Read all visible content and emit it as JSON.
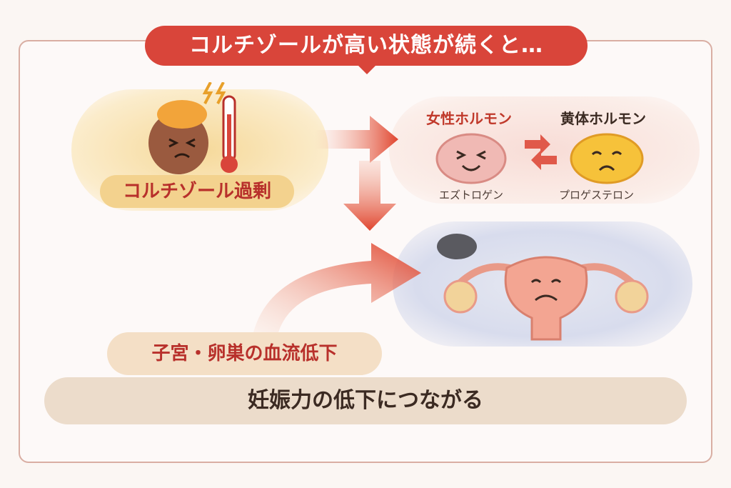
{
  "title": "コルチゾールが高い状態が続くと…",
  "cortisol": {
    "label": "コルチゾール過剰"
  },
  "hormones": {
    "female": {
      "label": "女性ホルモン",
      "sub": "エズトロゲン"
    },
    "luteal": {
      "label": "黄体ホルモン",
      "sub": "プロゲステロン"
    }
  },
  "bloodflow": {
    "label": "子宮・卵巣の血流低下"
  },
  "conclusion": {
    "label": "妊娠力の低下につながる"
  },
  "colors": {
    "accent": "#d9453a",
    "text": "#3b2a22"
  }
}
